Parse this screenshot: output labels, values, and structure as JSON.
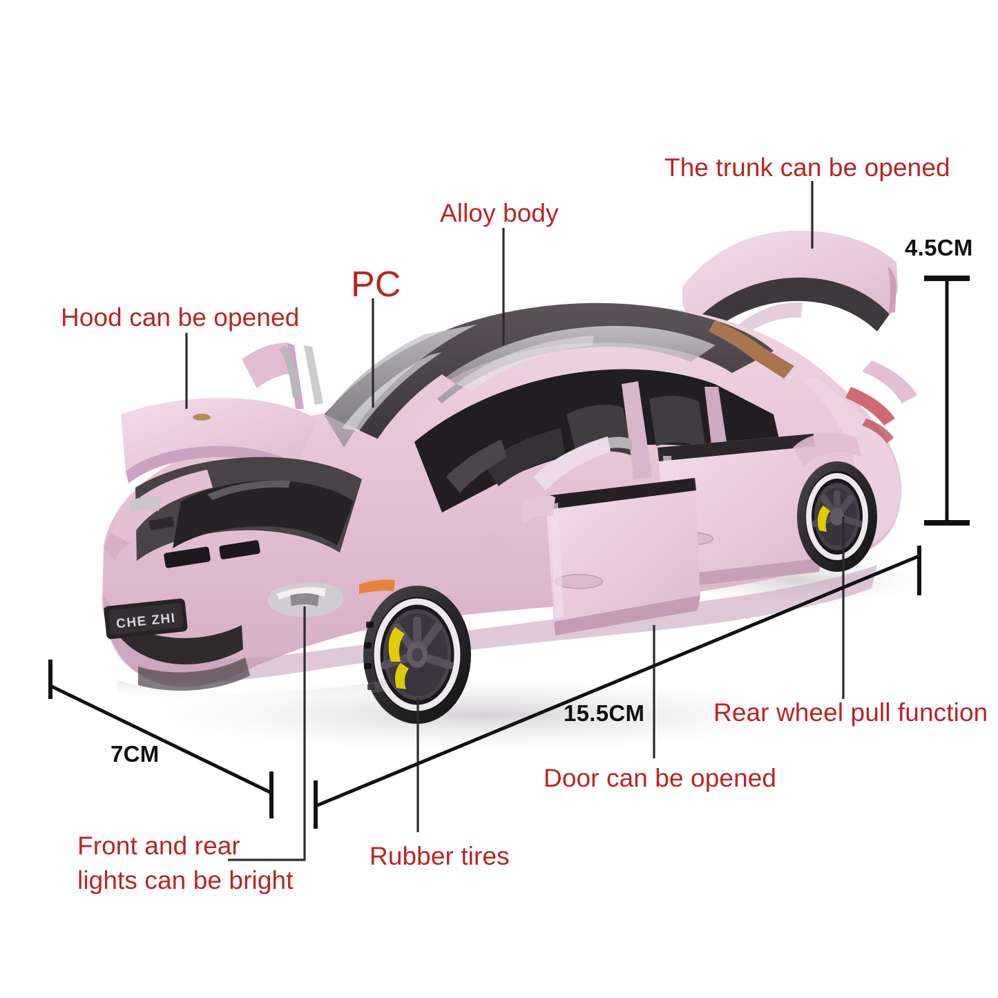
{
  "product": {
    "type": "diecast-model-car-infographic",
    "license_plate": "CHE ZHI",
    "body_color": "#e4c2d3",
    "roof_color": "#4a4549",
    "accent_red": "#b92424",
    "wheel_rim": "#f2f2f2",
    "caliper_color": "#e3d000"
  },
  "callouts": {
    "hood": "Hood can be opened",
    "pc": "PC",
    "alloy_body": "Alloy body",
    "trunk": "The trunk can be opened",
    "rear_wheel": "Rear wheel pull function",
    "door": "Door can be opened",
    "rubber_tires": "Rubber tires",
    "lights_line1": "Front and rear",
    "lights_line2": "lights can be bright"
  },
  "dimensions": {
    "height": "4.5CM",
    "length": "15.5CM",
    "width": "7CM"
  }
}
